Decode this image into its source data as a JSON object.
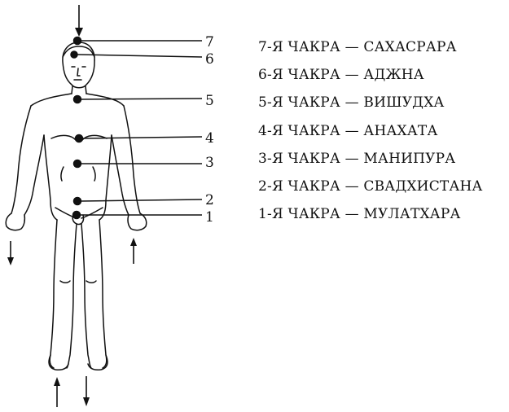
{
  "numbers": [
    "7",
    "6",
    "5",
    "4",
    "3",
    "2",
    "1"
  ],
  "chakras": [
    {
      "label": "7-Я ЧАКРА — САХАСРАРА"
    },
    {
      "label": "6-Я ЧАКРА — АДЖНА"
    },
    {
      "label": "5-Я ЧАКРА — ВИШУДХА"
    },
    {
      "label": "4-Я ЧАКРА — АНАХАТА"
    },
    {
      "label": "3-Я ЧАКРА — МАНИПУРА"
    },
    {
      "label": "2-Я ЧАКРА — СВАДХИСТАНА"
    },
    {
      "label": "1-Я ЧАКРА — МУЛАТХАРА"
    }
  ],
  "colors": {
    "ink": "#111111",
    "background": "#ffffff"
  }
}
